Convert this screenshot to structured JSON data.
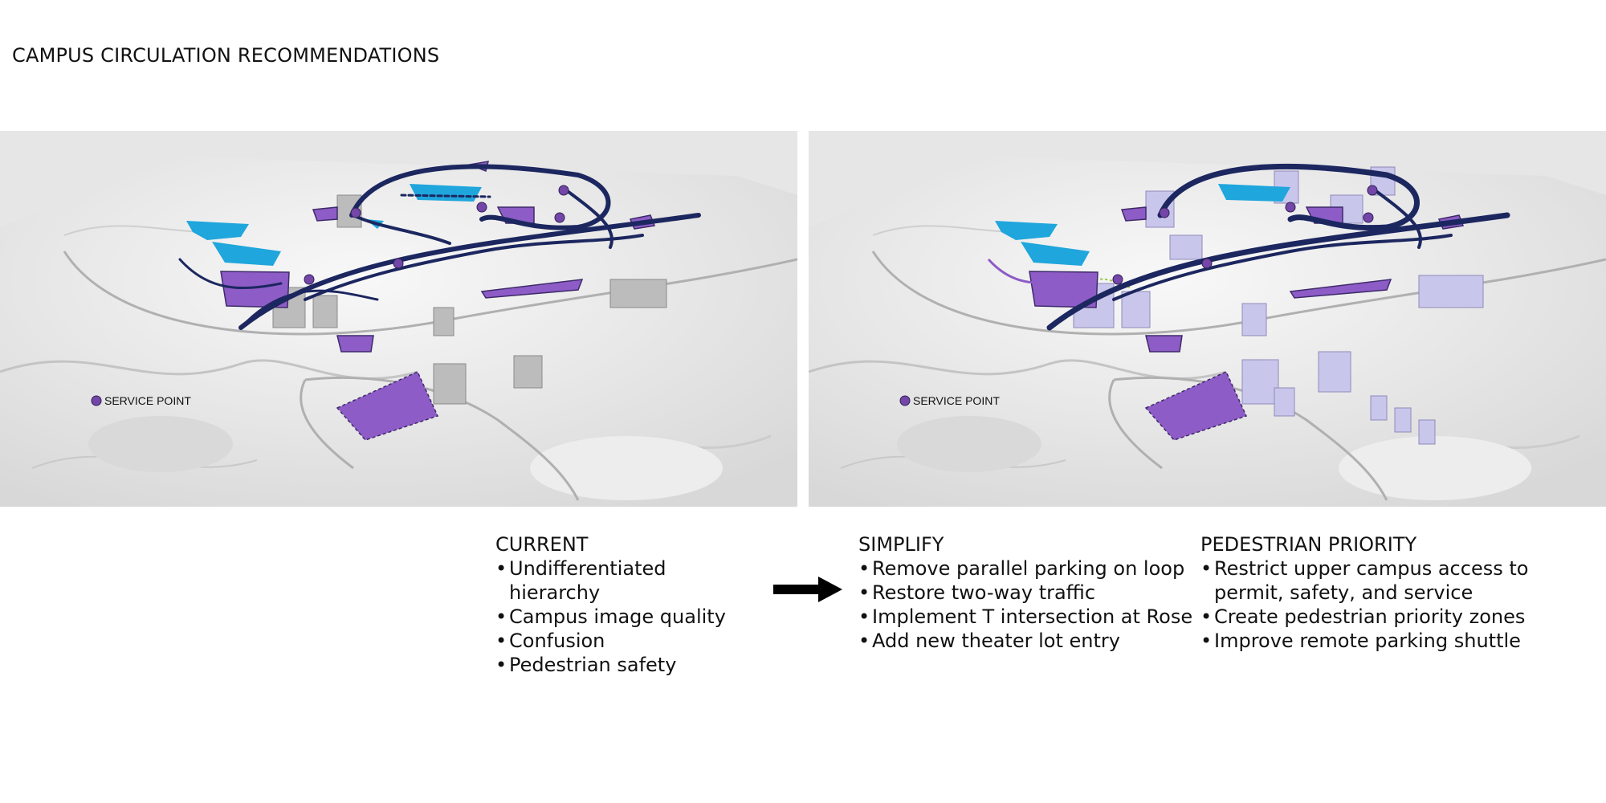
{
  "page": {
    "title": "CAMPUS CIRCULATION RECOMMENDATIONS"
  },
  "maps": [
    {
      "id": "current-map",
      "legend_label": "SERVICE POINT"
    },
    {
      "id": "proposed-map",
      "legend_label": "SERVICE POINT"
    }
  ],
  "colors": {
    "road": "#1c2760",
    "parking": "#8d5cc6",
    "water": "#1fa6dc",
    "service_point": "#7446a8",
    "proposed_buildings": "#c9c6ec",
    "terrain": "#e4e4e4"
  },
  "current": {
    "heading": "CURRENT",
    "items": [
      "Undifferentiated hierarchy",
      "Campus image quality",
      "Confusion",
      "Pedestrian safety"
    ]
  },
  "arrow_icon": "right-arrow-icon",
  "simplify": {
    "heading": "SIMPLIFY",
    "items": [
      "Remove parallel parking on loop",
      "Restore two-way traffic",
      "Implement T intersection at Rose",
      "Add new theater lot entry"
    ]
  },
  "pedestrian": {
    "heading": "PEDESTRIAN PRIORITY",
    "items": [
      "Restrict upper campus access to permit, safety, and service",
      "Create pedestrian priority zones",
      "Improve remote parking shuttle"
    ]
  }
}
